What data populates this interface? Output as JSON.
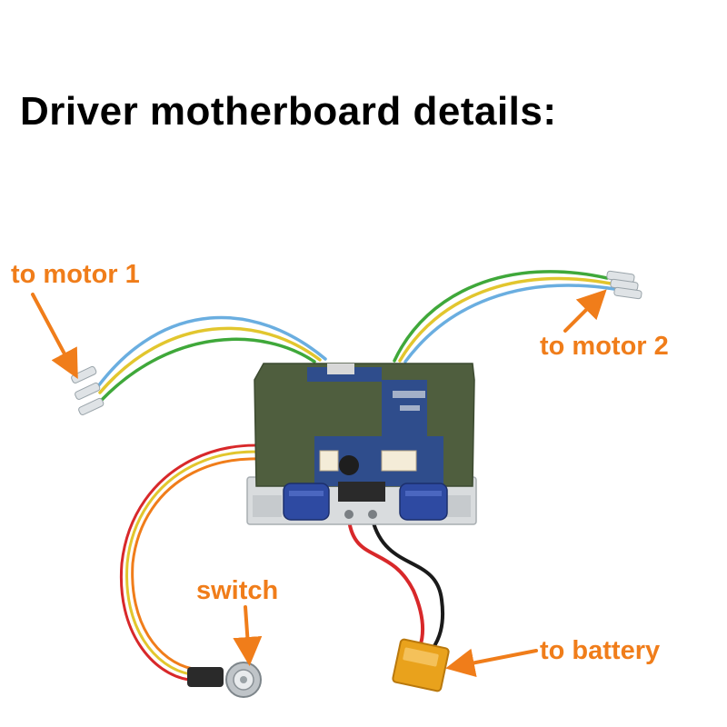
{
  "title": "Driver motherboard details:",
  "labels": {
    "motor1": "to motor 1",
    "motor2": "to motor 2",
    "switch": "switch",
    "battery": "to battery"
  },
  "colors": {
    "label_orange": "#f07d1a",
    "title_black": "#000000",
    "pcb_green": "#4f5e3e",
    "pcb_blue": "#2f4d8c",
    "capacitor_blue": "#2e4aa2",
    "wire_green": "#3fa83a",
    "wire_yellow": "#e2c62e",
    "wire_blue": "#6aaee0",
    "wire_red": "#d8282a",
    "wire_black": "#1a1a1a",
    "connector_yellow": "#e9a21c"
  }
}
